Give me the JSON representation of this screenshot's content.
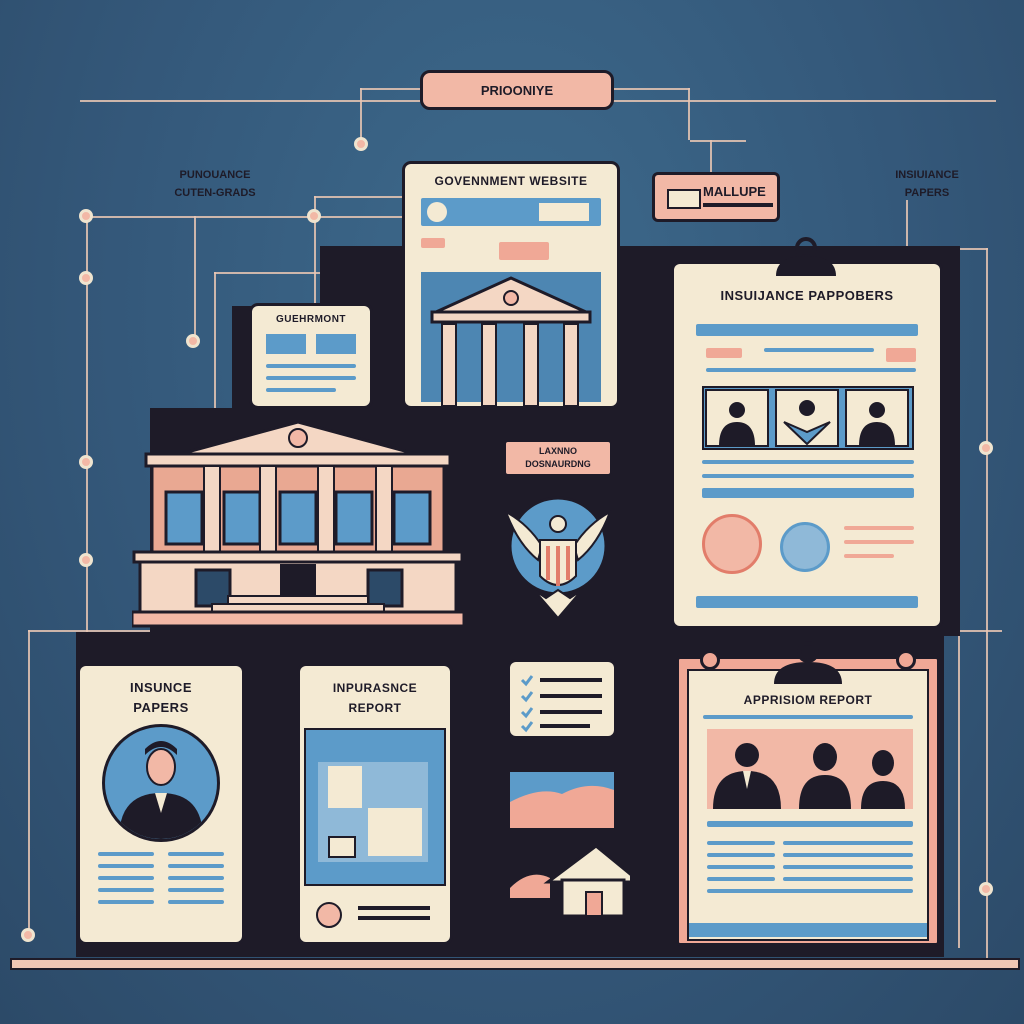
{
  "top_label": "PRIOONIYE",
  "left_caption": {
    "line1": "PUNOUANCE",
    "line2": "CUTEN-GRADS"
  },
  "right_caption": {
    "line1": "INSIUIANCE",
    "line2": "PAPERS"
  },
  "gov_site": {
    "title": "GOVENNMENT WEBSITE"
  },
  "malupe": {
    "label": "MALLUPE"
  },
  "small_gov": {
    "title": "GUEHRMONT"
  },
  "insurance_board": {
    "title": "INSUIJANCE PAPPOBERS"
  },
  "center_tag": {
    "line1": "LAXNNO",
    "line2": "DOSNAURDNG"
  },
  "card_insurance": {
    "line1": "INSUNCE",
    "line2": "PAPERS"
  },
  "card_report": {
    "line1": "INPURASNCE",
    "line2": "REPORT"
  },
  "appraisal": {
    "title": "APPRISIOM REPORT"
  },
  "colors": {
    "background": "#34587a",
    "dark": "#1e1b28",
    "paper": "#f4ead3",
    "accent_pink": "#f2b8a6",
    "accent_blue": "#5c9bc9"
  },
  "icons": [
    "government-building-icon",
    "eagle-shield-icon",
    "clipboard-clip-icon",
    "house-icon",
    "person-icon",
    "seal-icon",
    "checklist-icon"
  ]
}
